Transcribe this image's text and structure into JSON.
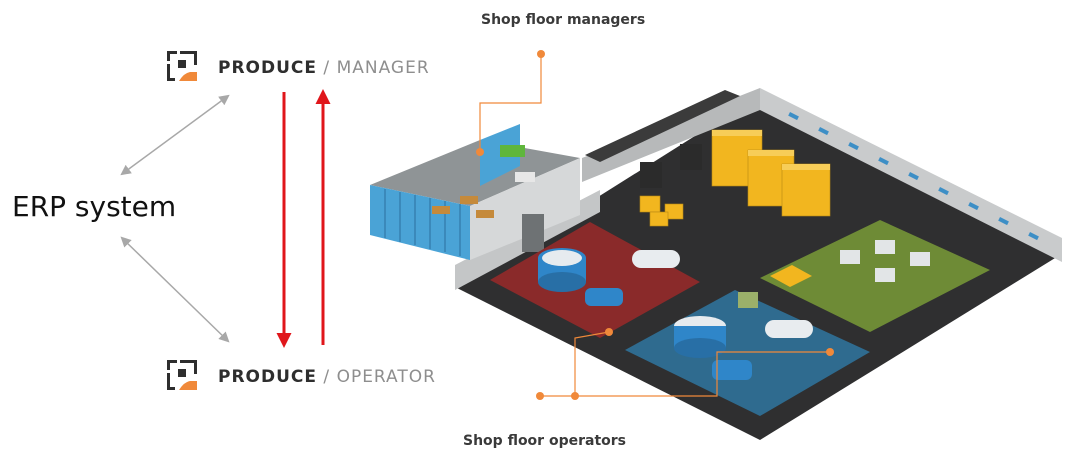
{
  "manager": {
    "brand": "PRODUCE",
    "sep": " / ",
    "role": "MANAGER"
  },
  "operator": {
    "brand": "PRODUCE",
    "sep": " / ",
    "role": "OPERATOR"
  },
  "erp_label": "ERP system",
  "caption_top": "Shop floor managers",
  "caption_bottom": "Shop floor operators",
  "colors": {
    "accent_orange": "#f0893a",
    "arrow_red": "#e0161b",
    "arrow_gray": "#a8a8a8",
    "floor_dark": "#2f2f30",
    "zone_red": "#8a2a2a",
    "zone_green": "#6e8b36",
    "zone_blue": "#2f6b8f",
    "wall_gray": "#c9cbcc",
    "glass_blue": "#4aa3d6",
    "crate_yellow": "#f2b61f",
    "machine_blue": "#2f86c9"
  },
  "icons": [
    "produce-logo-icon",
    "bidirectional-arrow-icon",
    "down-arrow-icon",
    "up-arrow-icon"
  ]
}
